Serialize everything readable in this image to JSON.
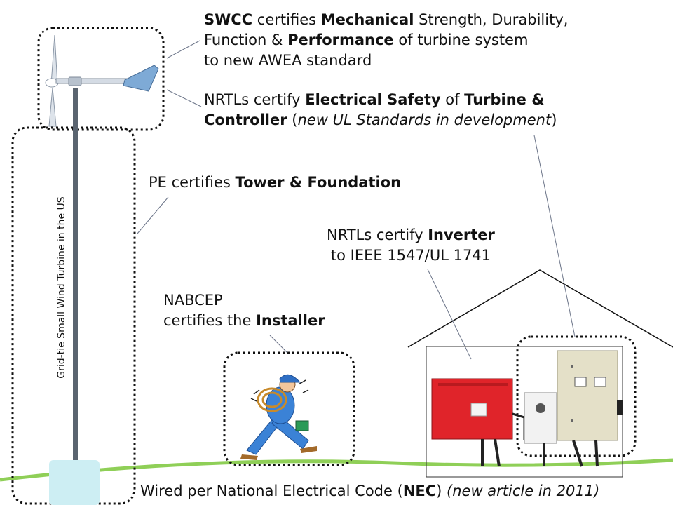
{
  "swcc": {
    "p1": "SWCC",
    "p2": " certifies ",
    "p3": "Mechanical",
    "p4": " Strength, Durability,",
    "p5": "Function & ",
    "p6": "Performance",
    "p7": " of turbine system",
    "p8": "to new AWEA standard"
  },
  "nrtl_safety": {
    "p1": "NRTLs certify ",
    "p2": "Electrical Safety",
    "p3": " of ",
    "p4": "Turbine &",
    "p5": "Controller",
    "p6": " (",
    "p7": "new UL Standards in development",
    "p8": ")"
  },
  "pe": {
    "p1": "PE certifies ",
    "p2": "Tower & Foundation"
  },
  "inverter": {
    "p1": "NRTLs certify ",
    "p2": "Inverter",
    "p3": "to IEEE 1547/UL 1741"
  },
  "nabcep": {
    "p1": "NABCEP",
    "p2": "certifies the ",
    "p3": "Installer"
  },
  "nec": {
    "p1": "Wired per National Electrical Code (",
    "p2": "NEC",
    "p3": ") ",
    "p4": "(new article in 2011)"
  },
  "side_label": "Grid-tie Small Wind Turbine in the US",
  "colors": {
    "ground": "#8fcf57",
    "tower": "#5a6470",
    "foundation": "#cdeef3",
    "inverter_red": "#e0242a",
    "controller_box": "#e4e0c8"
  }
}
